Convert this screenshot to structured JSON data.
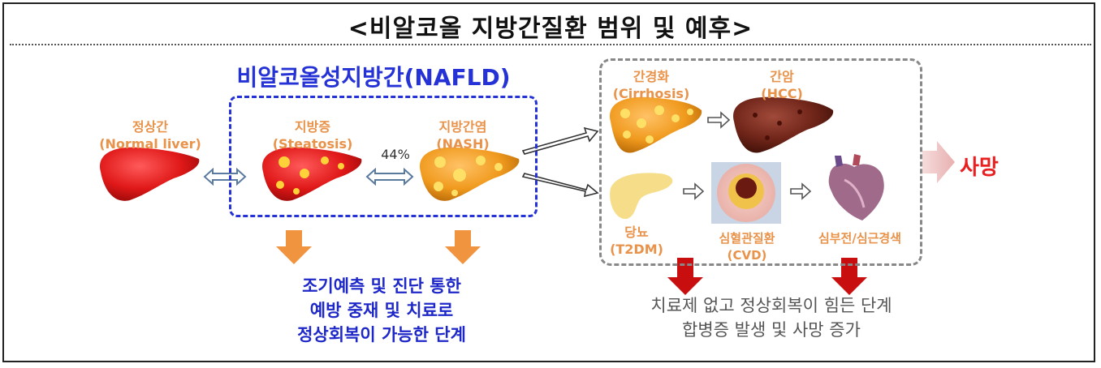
{
  "title": "<비알코올 지방간질환 범위 및 예후>",
  "nafld": {
    "title": "비알코올성지방간(NAFLD)",
    "percent": "44%"
  },
  "stages": {
    "normal": {
      "name": "정상간",
      "en": "(Normal liver)"
    },
    "steatosis": {
      "name": "지방증",
      "en": "(Steatosis)"
    },
    "nash": {
      "name": "지방간염",
      "en": "(NASH)"
    },
    "cirrhosis": {
      "name": "간경화",
      "en": "(Cirrhosis)"
    },
    "hcc": {
      "name": "간암",
      "en": "(HCC)"
    },
    "t2dm": {
      "name": "당뇨",
      "en": "(T2DM)"
    },
    "cvd": {
      "name": "심혈관질환",
      "en": "(CVD)"
    },
    "heart": {
      "name": "심부전/심근경색"
    }
  },
  "outcome": {
    "death": "사망"
  },
  "notes": {
    "early": [
      "조기예측 및 진단 통한",
      "예방 중재 및 치료로",
      "정상회복이 가능한 단계"
    ],
    "late": [
      "치료제 없고 정상회복이 힘든 단계",
      "합병증 발생 및 사망 증가"
    ]
  },
  "colors": {
    "nafld_blue": "#2432d6",
    "label_orange": "#e8924a",
    "death_red": "#e82020"
  }
}
